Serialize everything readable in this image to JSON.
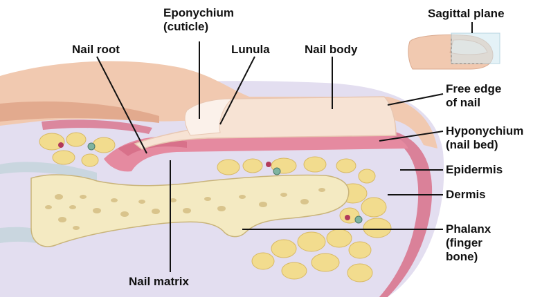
{
  "labels": {
    "eponychium": [
      "Eponychium",
      "(cuticle)"
    ],
    "nail_root": "Nail root",
    "lunula": "Lunula",
    "nail_body": "Nail body",
    "sagittal_plane": "Sagittal plane",
    "free_edge": [
      "Free edge",
      "of nail"
    ],
    "hyponychium": [
      "Hyponychium",
      "(nail bed)"
    ],
    "epidermis": "Epidermis",
    "dermis": "Dermis",
    "phalanx": [
      "Phalanx",
      "(finger",
      "bone)"
    ],
    "nail_matrix": "Nail matrix"
  },
  "colors": {
    "skin": "#f1c9b0",
    "skin_shadow": "#e2aa8e",
    "epidermis_pink": "#d8718a",
    "dermis_lavender": "#e3def0",
    "fat": "#f2dc8e",
    "bone": "#f4eac2",
    "bone_spots": "#d9c48c",
    "nail": "#f7e3d4",
    "nail_edge": "#e8c7b2",
    "leader_line": "#111111"
  }
}
